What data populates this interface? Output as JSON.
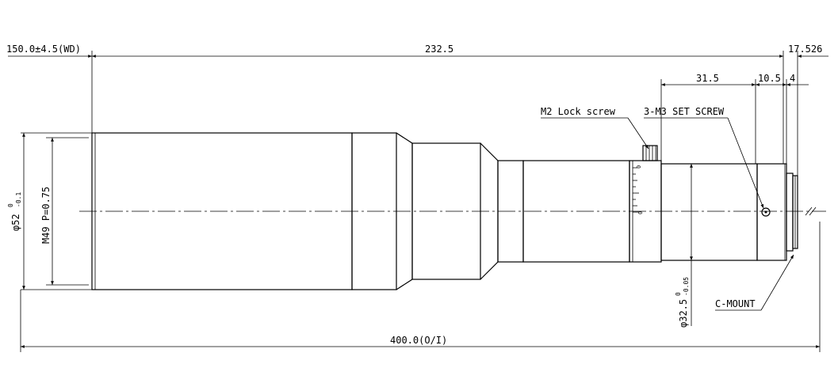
{
  "dimensions": {
    "wd": "150.0±4.5(WD)",
    "length_mid": "232.5",
    "length_tail": "17.526",
    "total": "400.0(O/I)",
    "d_31_5": "31.5",
    "d_10_5": "10.5",
    "d_4": "4",
    "dia_front_main": "φ52",
    "dia_front_tol_upper": "0",
    "dia_front_tol_lower": "-0.1",
    "thread": "M49 P=0.75",
    "dia_rear_main": "φ32.5",
    "dia_rear_tol_upper": "0",
    "dia_rear_tol_lower": "-0.05"
  },
  "callouts": {
    "lock_screw": "M2 Lock screw",
    "set_screw": "3-M3 SET SCREW",
    "mount": "C-MOUNT"
  },
  "scale": {
    "zero_top": "0",
    "zero_mid": "0"
  }
}
